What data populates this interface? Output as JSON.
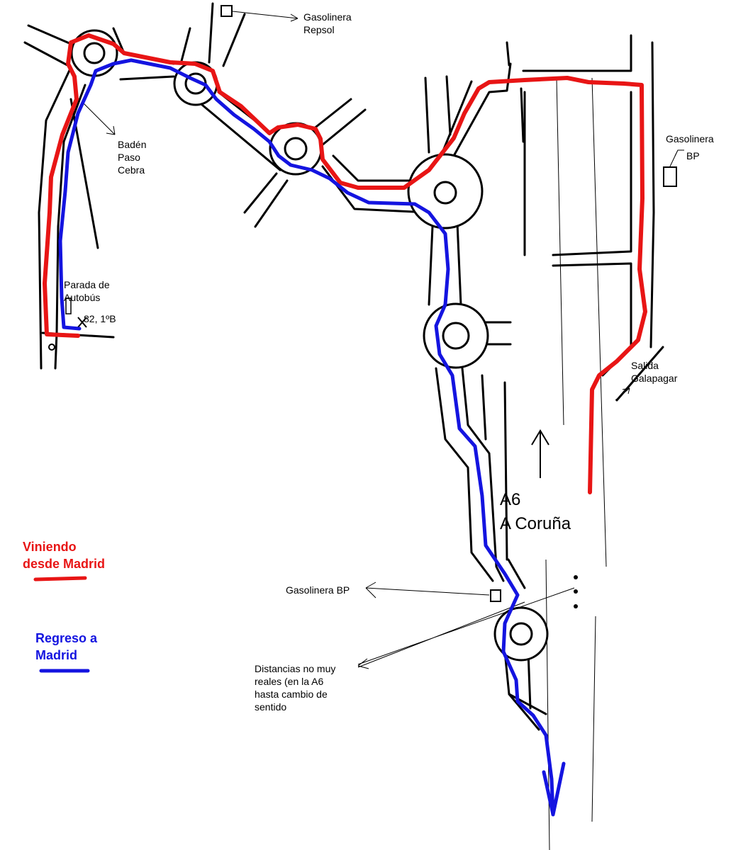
{
  "colors": {
    "outbound": "#e81515",
    "return": "#1414e0",
    "roads": "#000000"
  },
  "labels": {
    "gas_repsol_1": "Gasolinera",
    "gas_repsol_2": "Repsol",
    "gas_bp_top_1": "Gasolinera",
    "gas_bp_top_2": "BP",
    "baden_1": "Badén",
    "baden_2": "Paso",
    "baden_3": "Cebra",
    "bus_stop_1": "Parada de",
    "bus_stop_2": "Autobús",
    "address": "82, 1ºB",
    "exit_1": "Salida",
    "exit_2": "Galapagar",
    "gas_bp_bottom": "Gasolinera BP",
    "note_1": "Distancias no muy",
    "note_2": "reales (en  la A6",
    "note_3": "hasta cambio de",
    "note_4": "sentido",
    "highway_1": "A6",
    "highway_2": "A Coruña"
  },
  "legend": {
    "outbound_1": "Viniendo",
    "outbound_2": "desde Madrid",
    "return_1": "Regreso a",
    "return_2": "Madrid"
  },
  "icons": {
    "gas_station": "gas-station-square-icon",
    "bus_stop": "bus-stop-icon",
    "destination": "destination-cross-icon",
    "direction": "up-arrow-icon"
  }
}
